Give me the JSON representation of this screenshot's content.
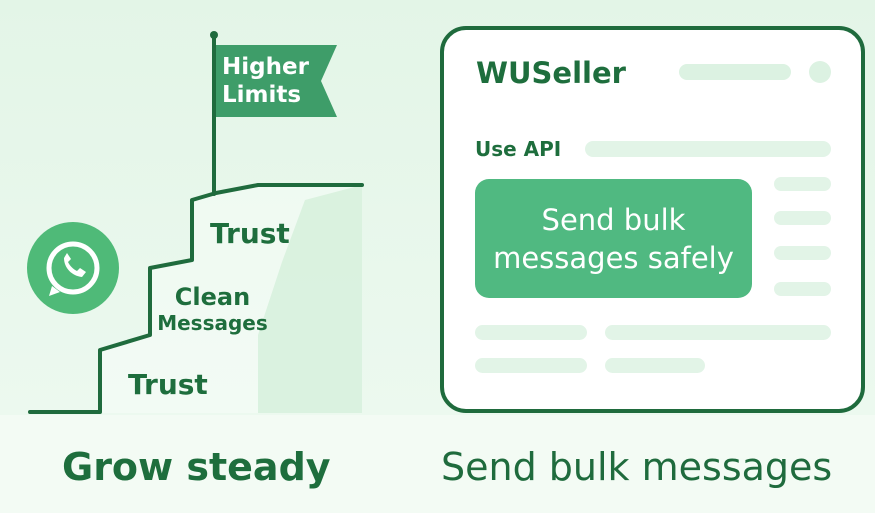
{
  "staircase": {
    "flag_text": "Higher Limits",
    "steps": [
      {
        "label": "Trust"
      },
      {
        "label_line1": "Clean",
        "label_line2": "Messages"
      },
      {
        "label": "Trust"
      }
    ],
    "icon": "whatsapp-icon"
  },
  "mockup": {
    "brand": "WUSeller",
    "api_label": "Use API",
    "cta_text": "Send bulk messages safely"
  },
  "captions": {
    "left": "Grow steady",
    "right": "Send bulk messages"
  },
  "colors": {
    "primary_green": "#50b981",
    "dark_green": "#1e6e3d",
    "flag_green": "#3e9d69",
    "light_green": "#dff3e5",
    "background": "#e9f7ec"
  }
}
